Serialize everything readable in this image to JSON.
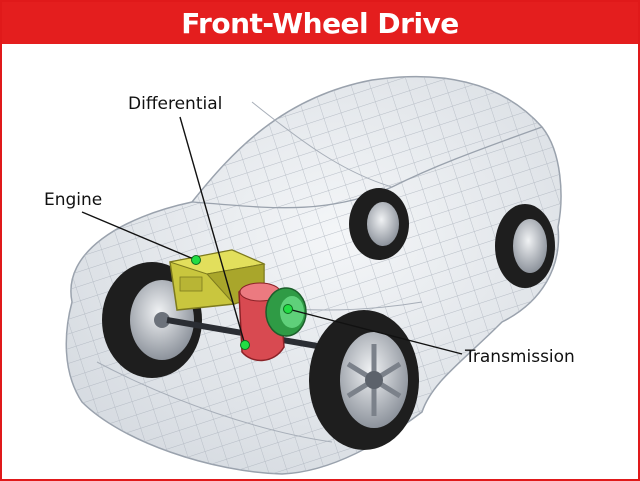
{
  "title": "Front-Wheel Drive",
  "colors": {
    "title_bar": "#e41e1e",
    "border": "#e0191a",
    "engine": "#d9d64a",
    "differential": "#e0565c",
    "transmission": "#3fbf5a",
    "marker": "#22dd44",
    "body_mesh": "#c5cbd3",
    "tire": "#1e1e1e",
    "rim": "#b9bec6"
  },
  "labels": {
    "differential": "Differential",
    "engine": "Engine",
    "transmission": "Transmission"
  },
  "icons": [
    "car-body-wireframe",
    "wheel-icon",
    "engine-block-icon",
    "differential-icon",
    "transmission-icon"
  ]
}
